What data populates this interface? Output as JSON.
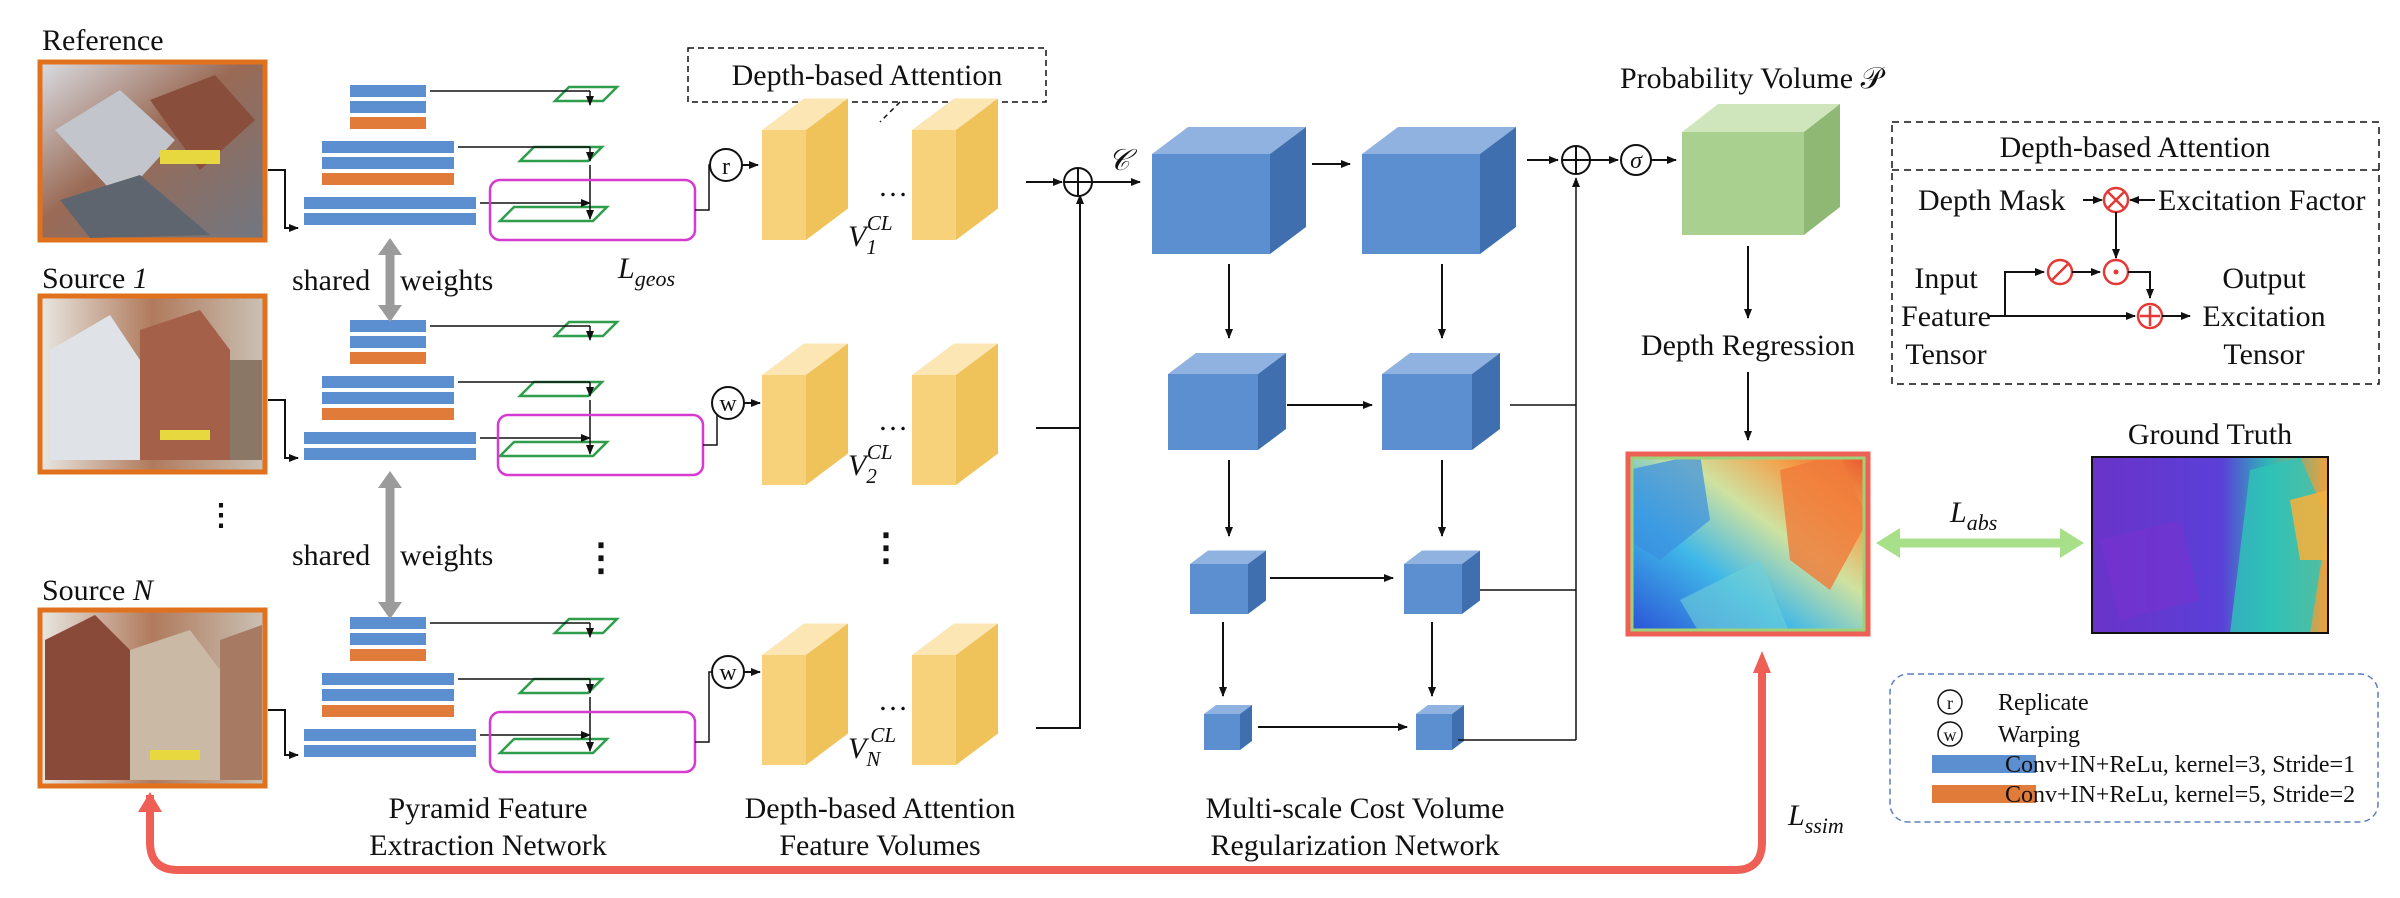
{
  "inputs": {
    "reference": "Reference",
    "source1_prefix": "Source ",
    "source1_var": "1",
    "sourceN_prefix": "Source ",
    "sourceN_var": "N",
    "ellipsis": "⋮"
  },
  "feature_net": {
    "shared_weights_left": "shared",
    "shared_weights_right": "weights",
    "loss_geos_base": "L",
    "loss_geos_sub": "geos",
    "title_line1": "Pyramid Feature",
    "title_line2": "Extraction Network"
  },
  "ops": {
    "replicate": "r",
    "warping": "w",
    "plus": "⊕",
    "sigma": "σ",
    "cost_symbol": "𝒞",
    "dots": "…"
  },
  "attention": {
    "header": "Depth-based Attention",
    "volume_base": "V",
    "sup": "CL",
    "sub1": "1",
    "sub2": "2",
    "subN": "N",
    "title_line1": "Depth-based Attention",
    "title_line2": "Feature Volumes"
  },
  "regularization": {
    "title_line1": "Multi-scale Cost Volume",
    "title_line2": "Regularization Network"
  },
  "output": {
    "prob_volume": "Probability Volume 𝒫",
    "depth_regression": "Depth Regression",
    "ground_truth": "Ground Truth",
    "loss_abs_base": "L",
    "loss_abs_sub": "abs",
    "loss_ssim_base": "L",
    "loss_ssim_sub": "ssim"
  },
  "attention_box": {
    "title": "Depth-based Attention",
    "depth_mask": "Depth Mask",
    "excitation_factor": "Excitation Factor",
    "input_line1": "Input",
    "input_line2": "Feature",
    "input_line3": "Tensor",
    "output_line1": "Output",
    "output_line2": "Excitation",
    "output_line3": "Tensor"
  },
  "legend": {
    "replicate_symbol": "r",
    "replicate_label": "Replicate",
    "warping_symbol": "w",
    "warping_label": "Warping",
    "conv3_label": "Conv+IN+ReLu, kernel=3,  Stride=1",
    "conv5_label": "Conv+IN+ReLu, kernel=5,  Stride=2"
  },
  "colors": {
    "blue": "#5b8fd0",
    "orange": "#e07b3a",
    "yellow": "#f9d57a",
    "magenta": "#d63ad0",
    "green_plane": "#2e9e4c",
    "red_loss": "#ee6055",
    "green_loss": "#a8e08a"
  }
}
